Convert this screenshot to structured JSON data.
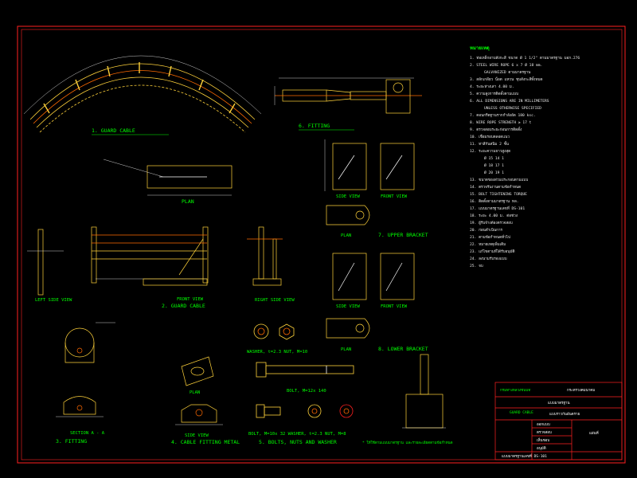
{
  "colors": {
    "background": "#000000",
    "frame": "#ff2020",
    "geometry": "#ffd23a",
    "text": "#ffffff",
    "label": "#00ff00",
    "dimension": "#ffffff",
    "accent": "#ff6a00"
  },
  "titles": {
    "guard_cable_top": "1. GUARD CABLE",
    "fitting_top": "6. FITTING",
    "plan": "PLAN",
    "side_view": "SIDE VIEW",
    "front_view": "FRONT VIEW",
    "upper_bracket": "7. UPPER BRACKET",
    "lower_bracket": "8. LOWER BRACKET",
    "left_side_view": "LEFT SIDE VIEW",
    "front_view_mid": "FRONT VIEW",
    "guard_cable_mid": "2. GUARD CABLE",
    "right_side_view": "RIGHT SIDE VIEW",
    "section_aa": "SECTION A - A",
    "fitting_bottom": "3. FITTING",
    "plan_bottom": "PLAN",
    "side_view_bottom": "SIDE VIEW",
    "cable_fitting_metal": "4. CABLE FITTING METAL",
    "washer_nut": "WASHER, t=2.3   NUT, M=10",
    "bolt_top": "BOLT, M=12x 140",
    "bolt_bottom": "BOLT, M=10x 32   WASHER, t=2.3   NUT, M=8",
    "bolts_nuts_washer": "5. BOLTS, NUTS AND WASHER"
  },
  "notes": {
    "heading": "หมายเหตุ",
    "lines": [
      "1. ท่อเหล็กอาบสังกะสี ขนาด Ø 1 1/2\" ตามมาตรฐาน มอก.276",
      "2. STEEL WIRE ROPE 6 x 7 Ø 18 mm.",
      "   GALVANIZED ตามมาตรฐาน",
      "3. สลักเกลียว น็อต แหวน ชุบสังกะสีทั้งหมด",
      "4. ระยะห่างเสา 4.00 ม.",
      "5. ความสูงการติดตั้งตามแบบ",
      "6. ALL DIMENSIONS ARE IN MILLIMETERS",
      "   UNLESS OTHERWISE SPECIFIED",
      "7. คอนกรีตฐานรากกำลังอัด 180 ksc.",
      "8. WIRE ROPE STRENGTH ≥ 17 t",
      "9. ตรวจสอบระยะก่อนการติดตั้ง",
      "10. เชื่อมรอบตลอดแนว",
      "11. ทาสีกันสนิม 2 ชั้น",
      "12. ระยะความยาวสูงสุด",
      "    Ø   15   14   1",
      "    Ø   18   17   1",
      "    Ø   20   19   1",
      "13. ขนาดของส่วนประกอบตามแบบ",
      "14. ตรวจรับงานตามข้อกำหนด",
      "15. BOLT TIGHTENING TORQUE",
      "16. ติดตั้งตามมาตรฐาน ทล.",
      "17. แบบมาตรฐานเลขที่ DS-101",
      "18. ระยะ 4.00 ม. ต่อช่วง",
      "19. ผู้รับจ้างต้องตรวจสอบ",
      "20. ก่อนดำเนินการ",
      "21. ตามข้อกำหนดทั่วไป",
      "22. หมายเหตุเพิ่มเติม",
      "23. แก้ไขตามที่ได้รับอนุมัติ",
      "24. ลงนามรับรองแบบ",
      "25. จบ"
    ]
  },
  "title_block": {
    "org": "กรมทางหลวงชนบท",
    "org_right": "กระทรวงคมนาคม",
    "subtitle": "แบบมาตรฐาน",
    "drawing_title": "GUARD CABLE",
    "drawing_title_th": "แบบราวกันอันตราย",
    "row1": "ออกแบบ",
    "row2": "ตรวจสอบ",
    "row3": "เห็นชอบ",
    "row4": "อนุมัติ",
    "sheet_label": "แผ่นที่",
    "drawing_no": "แบบมาตรฐานเลขที่ DS-101"
  },
  "bottom_note": "* ให้ใช้ตามแบบมาตรฐาน และรายละเอียดตามข้อกำหนด"
}
